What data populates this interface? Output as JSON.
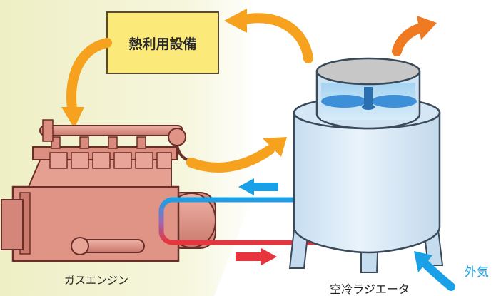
{
  "labels": {
    "heat_facility": "熱利用設備",
    "gas_engine": "ガスエンジン",
    "radiator": "空冷ラジエータ",
    "outside_air": "外気"
  },
  "colors": {
    "background_left": "#f0f1c8",
    "heat_facility_box": "#fbe97a",
    "heat_arrow": "#f6a21e",
    "exhaust_arrow": "#f07a22",
    "hot_water": "#e8343c",
    "cool_water": "#1aa0e6",
    "engine_body": "#e09486",
    "radiator_body": "#d9eaf7"
  }
}
